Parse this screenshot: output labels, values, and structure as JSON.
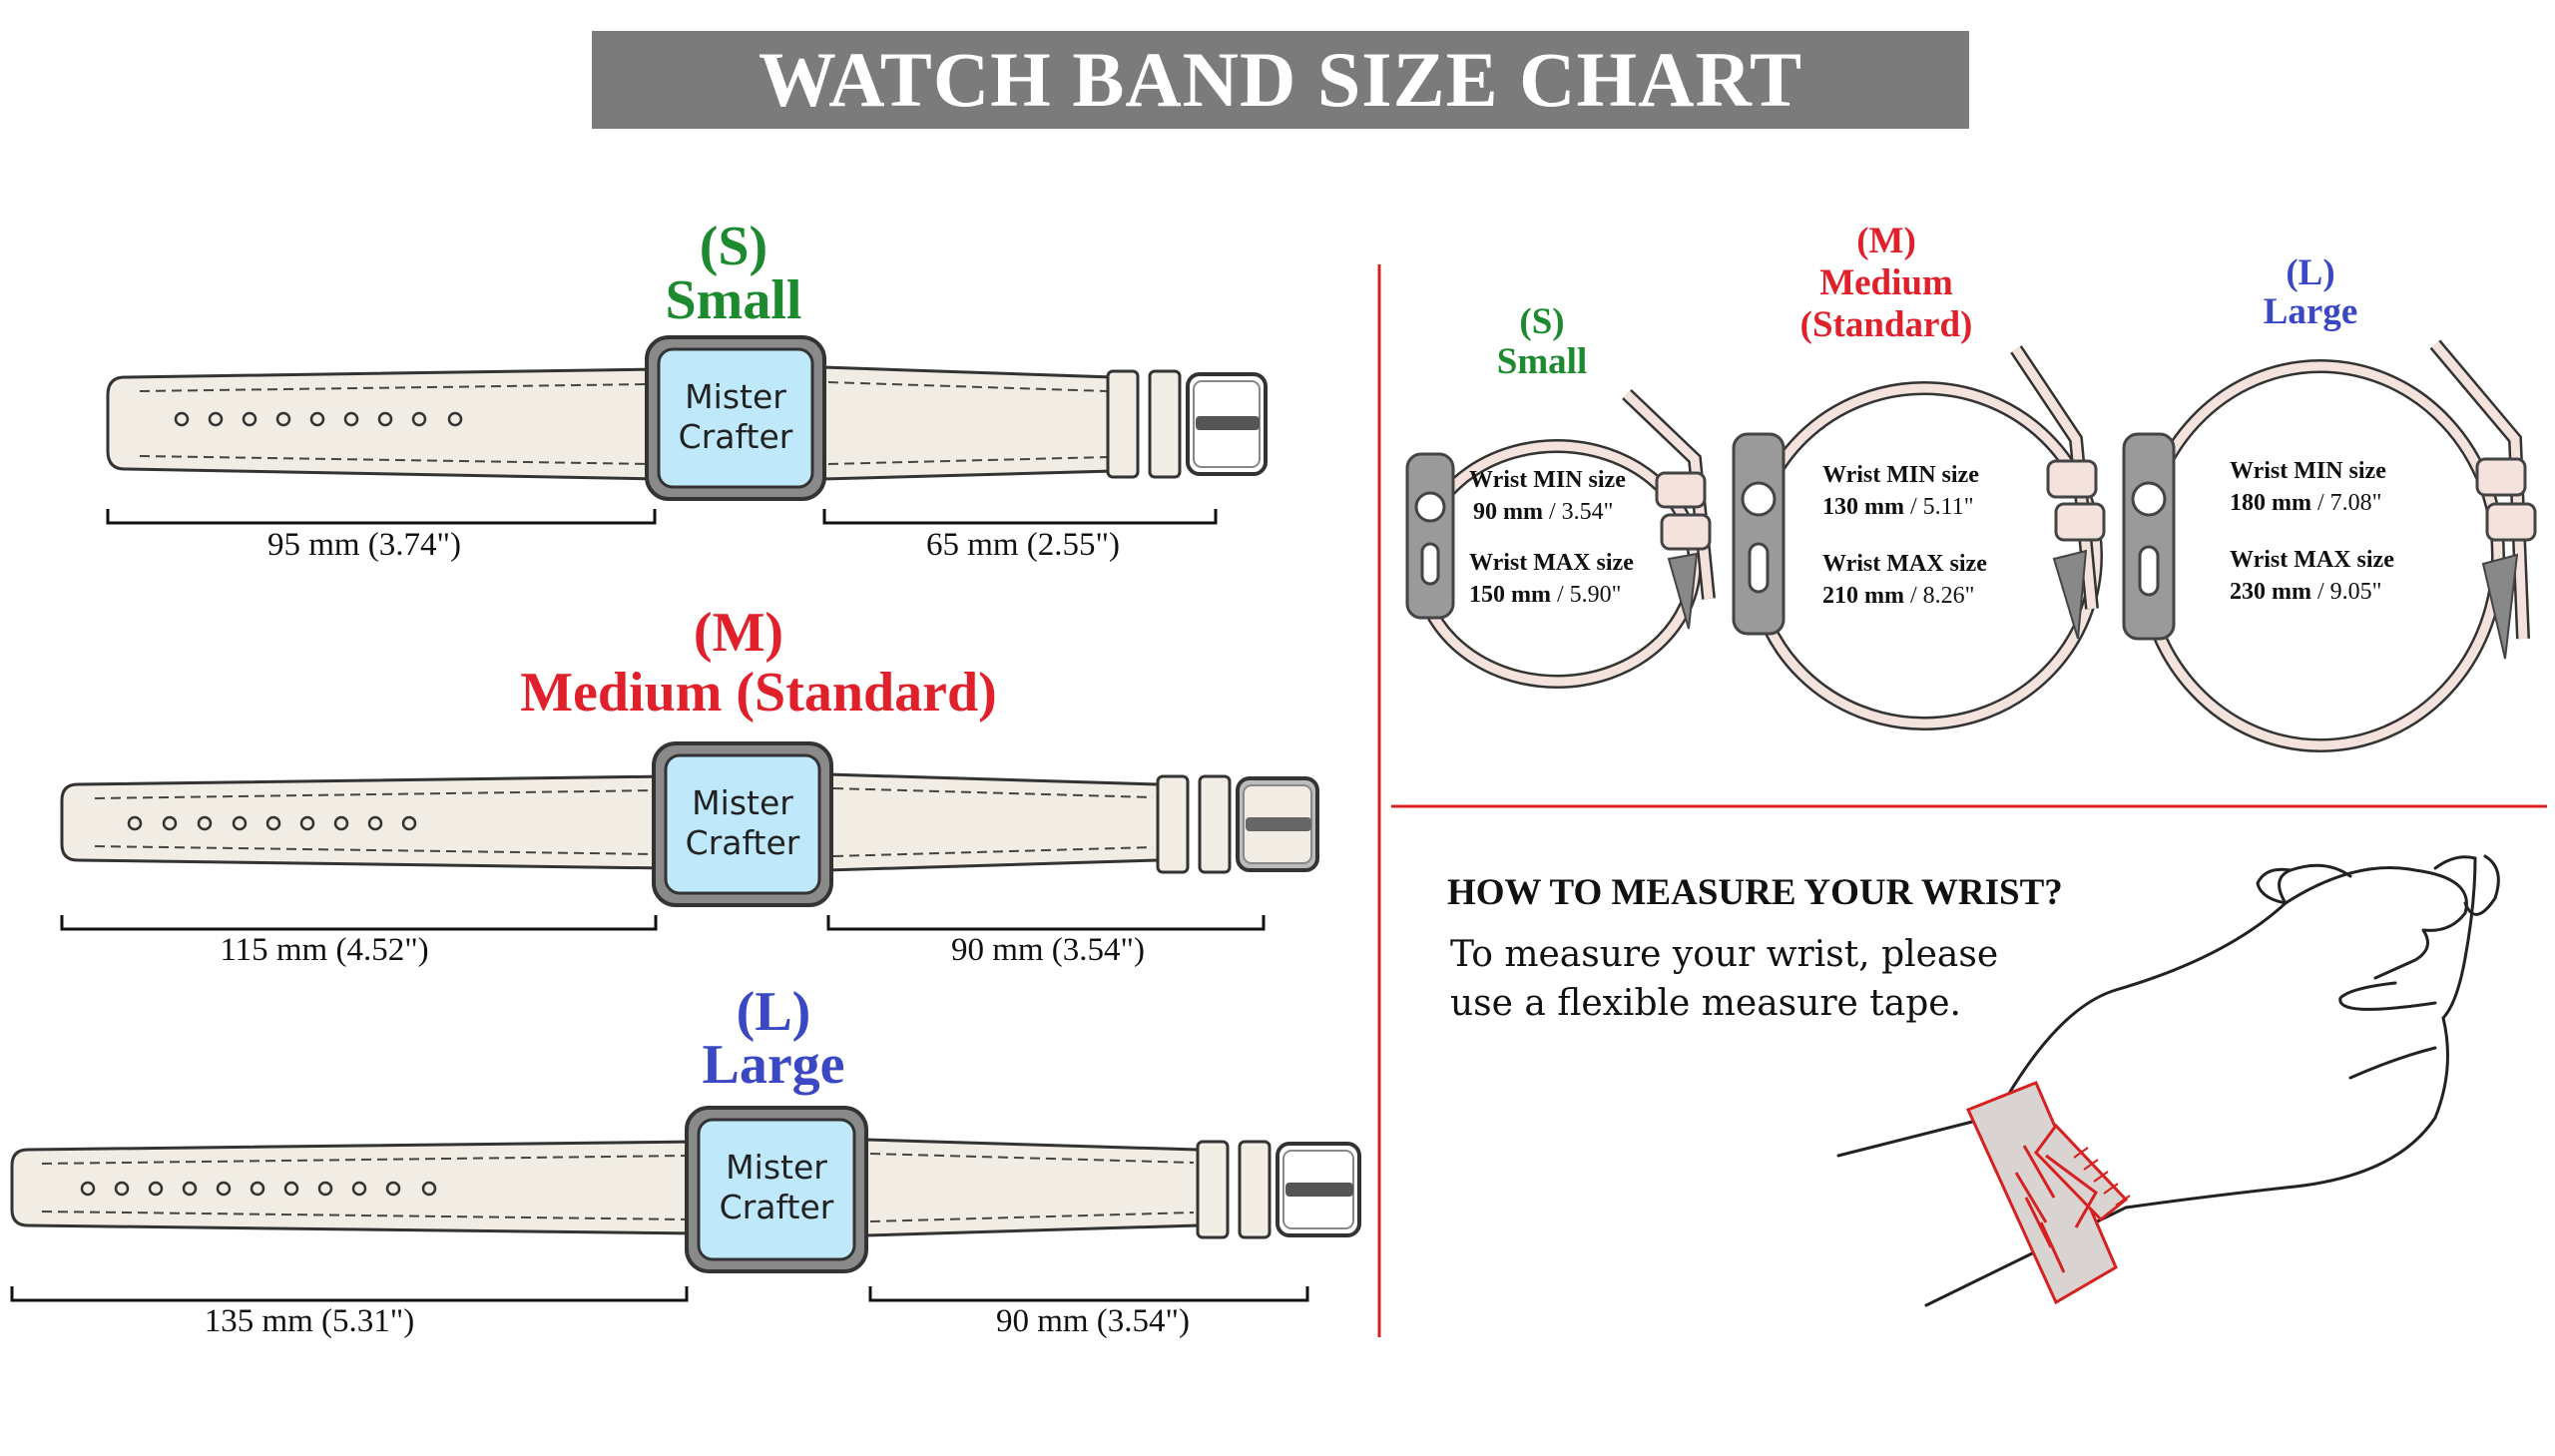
{
  "title": "WATCH BAND SIZE CHART",
  "colors": {
    "small": "#1e8a2f",
    "medium": "#e0202a",
    "large": "#3b48c4",
    "divider": "#d72020",
    "strap": "#f1ede4",
    "screen": "#bfe9fb",
    "title_bg": "#7b7b7b"
  },
  "bands": [
    {
      "code": "(S)",
      "name": "Small",
      "watch_brand_line1": "Mister",
      "watch_brand_line2": "Crafter",
      "long_side": "95 mm (3.74\")",
      "short_side": "65 mm (2.55\")"
    },
    {
      "code": "(M)",
      "name": "Medium (Standard)",
      "watch_brand_line1": "Mister",
      "watch_brand_line2": "Crafter",
      "long_side": "115 mm (4.52\")",
      "short_side": "90 mm (3.54\")"
    },
    {
      "code": "(L)",
      "name": "Large",
      "watch_brand_line1": "Mister",
      "watch_brand_line2": "Crafter",
      "long_side": "135 mm (5.31\")",
      "short_side": "90 mm (3.54\")"
    }
  ],
  "wrist_sizes": [
    {
      "code": "(S)",
      "name_line1": "Small",
      "name_line2": "",
      "min_label": "Wrist MIN size",
      "min_mm": "90 mm",
      "min_in": "3.54\"",
      "max_label": "Wrist MAX size",
      "max_mm": "150 mm",
      "max_in": "5.90\""
    },
    {
      "code": "(M)",
      "name_line1": "Medium",
      "name_line2": "(Standard)",
      "min_label": "Wrist MIN size",
      "min_mm": "130 mm",
      "min_in": "5.11\"",
      "max_label": "Wrist MAX size",
      "max_mm": "210 mm",
      "max_in": "8.26\""
    },
    {
      "code": "(L)",
      "name_line1": "Large",
      "name_line2": "",
      "min_label": "Wrist MIN size",
      "min_mm": "180 mm",
      "min_in": "7.08\"",
      "max_label": "Wrist MAX size",
      "max_mm": "230 mm",
      "max_in": "9.05\""
    }
  ],
  "how_to": {
    "title": "HOW TO MEASURE YOUR WRIST?",
    "line1": "To measure your wrist, please",
    "line2": "use a flexible measure tape."
  }
}
